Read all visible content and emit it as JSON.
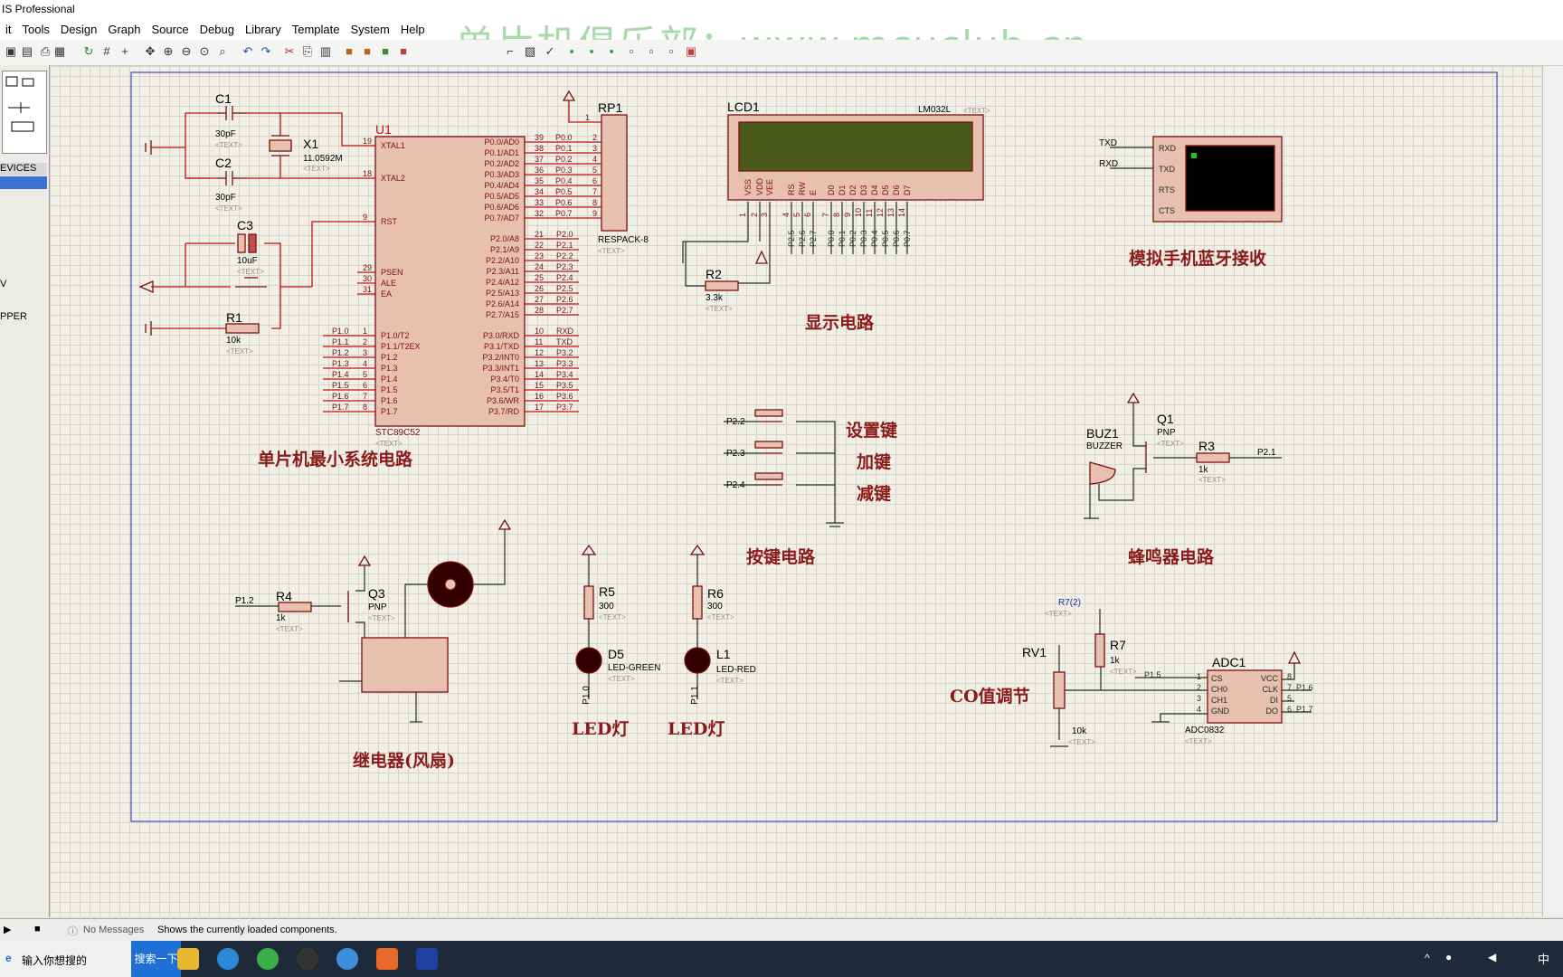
{
  "app": {
    "title": "IS Professional"
  },
  "watermark": "单片机俱乐部：www.mcuclub.cn",
  "menu": [
    "it",
    "Tools",
    "Design",
    "Graph",
    "Source",
    "Debug",
    "Library",
    "Template",
    "System",
    "Help"
  ],
  "leftpanel": {
    "devices_label": "EVICES",
    "items": [
      "V",
      "PPER"
    ]
  },
  "status": {
    "messages": "No Messages",
    "text": "Shows the currently loaded components."
  },
  "taskbar": {
    "search_placeholder": "输入你想搜的",
    "search_button": "搜索一下",
    "ime": "中"
  },
  "colors": {
    "wire": "#c21010",
    "part": "#7a1010",
    "canvas": "#f2f0e6",
    "lcd": "#4a5a1a"
  },
  "schematic": {
    "sections": {
      "mcu": "单片机最小系统电路",
      "display": "显示电路",
      "bluetooth": "模拟手机蓝牙接收",
      "keys": "按键电路",
      "buzzer": "蜂鸣器电路",
      "relay": "继电器(风扇)",
      "led1": "LED灯",
      "led2": "LED灯",
      "co": "CO值调节"
    },
    "keys": {
      "set": "设置键",
      "add": "加键",
      "sub": "减键",
      "p22": "P2.2",
      "p23": "P2.3",
      "p24": "P2.4"
    },
    "parts": {
      "c1": "C1",
      "c1v": "30pF",
      "c2": "C2",
      "c2v": "30pF",
      "c3": "C3",
      "c3v": "10uF",
      "x1": "X1",
      "x1v": "11.0592M",
      "r1": "R1",
      "r1v": "10k",
      "u1": "U1",
      "u1v": "STC89C52",
      "rp1": "RP1",
      "rp1v": "RESPACK-8",
      "lcd1": "LCD1",
      "lcd1v": "LM032L",
      "r2": "R2",
      "r2v": "3.3k",
      "buz1": "BUZ1",
      "buz1v": "BUZZER",
      "q1": "Q1",
      "q1v": "PNP",
      "r3": "R3",
      "r3v": "1k",
      "p21": "P2.1",
      "q3": "Q3",
      "q3v": "PNP",
      "r4": "R4",
      "r4v": "1k",
      "p12": "P1.2",
      "r5": "R5",
      "r5v": "300",
      "d5": "D5",
      "d5v": "LED-GREEN",
      "p10": "P1.0",
      "r6": "R6",
      "r6v": "300",
      "l1": "L1",
      "l1v": "LED-RED",
      "p11": "P1.1",
      "rv1": "RV1",
      "rv1v": "10k",
      "r7": "R7",
      "r7v": "1k",
      "r7probe": "R7(2)",
      "adc1": "ADC1",
      "adc1v": "ADC0832",
      "text": "<TEXT>"
    },
    "u1_left_pins": [
      {
        "num": "19",
        "name": "XTAL1"
      },
      {
        "num": "18",
        "name": "XTAL2"
      },
      {
        "num": "9",
        "name": "RST"
      },
      {
        "num": "29",
        "name": "PSEN"
      },
      {
        "num": "30",
        "name": "ALE"
      },
      {
        "num": "31",
        "name": "EA"
      }
    ],
    "u1_p1_pins": [
      {
        "net": "P1.0",
        "num": "1",
        "name": "P1.0/T2"
      },
      {
        "net": "P1.1",
        "num": "2",
        "name": "P1.1/T2EX"
      },
      {
        "net": "P1.2",
        "num": "3",
        "name": "P1.2"
      },
      {
        "net": "P1.3",
        "num": "4",
        "name": "P1.3"
      },
      {
        "net": "P1.4",
        "num": "5",
        "name": "P1.4"
      },
      {
        "net": "P1.5",
        "num": "6",
        "name": "P1.5"
      },
      {
        "net": "P1.6",
        "num": "7",
        "name": "P1.6"
      },
      {
        "net": "P1.7",
        "num": "8",
        "name": "P1.7"
      }
    ],
    "u1_p0_pins": [
      {
        "num": "39",
        "name": "P0.0/AD0",
        "net": "P0.0",
        "rp": "2"
      },
      {
        "num": "38",
        "name": "P0.1/AD1",
        "net": "P0.1",
        "rp": "3"
      },
      {
        "num": "37",
        "name": "P0.2/AD2",
        "net": "P0.2",
        "rp": "4"
      },
      {
        "num": "36",
        "name": "P0.3/AD3",
        "net": "P0.3",
        "rp": "5"
      },
      {
        "num": "35",
        "name": "P0.4/AD4",
        "net": "P0.4",
        "rp": "6"
      },
      {
        "num": "34",
        "name": "P0.5/AD5",
        "net": "P0.5",
        "rp": "7"
      },
      {
        "num": "33",
        "name": "P0.6/AD6",
        "net": "P0.6",
        "rp": "8"
      },
      {
        "num": "32",
        "name": "P0.7/AD7",
        "net": "P0.7",
        "rp": "9"
      }
    ],
    "u1_p2_pins": [
      {
        "num": "21",
        "name": "P2.0/A8",
        "net": "P2.0"
      },
      {
        "num": "22",
        "name": "P2.1/A9",
        "net": "P2.1"
      },
      {
        "num": "23",
        "name": "P2.2/A10",
        "net": "P2.2"
      },
      {
        "num": "24",
        "name": "P2.3/A11",
        "net": "P2.3"
      },
      {
        "num": "25",
        "name": "P2.4/A12",
        "net": "P2.4"
      },
      {
        "num": "26",
        "name": "P2.5/A13",
        "net": "P2.5"
      },
      {
        "num": "27",
        "name": "P2.6/A14",
        "net": "P2.6"
      },
      {
        "num": "28",
        "name": "P2.7/A15",
        "net": "P2.7"
      }
    ],
    "u1_p3_pins": [
      {
        "num": "10",
        "name": "P3.0/RXD",
        "net": "RXD"
      },
      {
        "num": "11",
        "name": "P3.1/TXD",
        "net": "TXD"
      },
      {
        "num": "12",
        "name": "P3.2/INT0",
        "net": "P3.2"
      },
      {
        "num": "13",
        "name": "P3.3/INT1",
        "net": "P3.3"
      },
      {
        "num": "14",
        "name": "P3.4/T0",
        "net": "P3.4"
      },
      {
        "num": "15",
        "name": "P3.5/T1",
        "net": "P3.5"
      },
      {
        "num": "16",
        "name": "P3.6/WR",
        "net": "P3.6"
      },
      {
        "num": "17",
        "name": "P3.7/RD",
        "net": "P3.7"
      }
    ],
    "rp1_pin1": "1",
    "lcd_pins": [
      {
        "name": "VSS",
        "num": "1",
        "net": ""
      },
      {
        "name": "VDD",
        "num": "2",
        "net": ""
      },
      {
        "name": "VEE",
        "num": "3",
        "net": ""
      },
      {
        "name": "RS",
        "num": "4",
        "net": "P2.5"
      },
      {
        "name": "RW",
        "num": "5",
        "net": "P2.6"
      },
      {
        "name": "E",
        "num": "6",
        "net": "P2.7"
      },
      {
        "name": "D0",
        "num": "7",
        "net": "P0.0"
      },
      {
        "name": "D1",
        "num": "8",
        "net": "P0.1"
      },
      {
        "name": "D2",
        "num": "9",
        "net": "P0.2"
      },
      {
        "name": "D3",
        "num": "10",
        "net": "P0.3"
      },
      {
        "name": "D4",
        "num": "11",
        "net": "P0.4"
      },
      {
        "name": "D5",
        "num": "12",
        "net": "P0.5"
      },
      {
        "name": "D6",
        "num": "13",
        "net": "P0.6"
      },
      {
        "name": "D7",
        "num": "14",
        "net": "P0.7"
      }
    ],
    "terminal": {
      "txd": "TXD",
      "rxd": "RXD",
      "pins": [
        "RXD",
        "TXD",
        "RTS",
        "CTS"
      ]
    },
    "adc": {
      "left": [
        {
          "num": "1",
          "name": "CS"
        },
        {
          "num": "2",
          "name": "CH0"
        },
        {
          "num": "3",
          "name": "CH1"
        },
        {
          "num": "4",
          "name": "GND"
        }
      ],
      "right": [
        {
          "num": "8",
          "name": "VCC",
          "net": ""
        },
        {
          "num": "7",
          "name": "CLK",
          "net": "P1.6"
        },
        {
          "num": "5",
          "name": "DI",
          "net": ""
        },
        {
          "num": "6",
          "name": "DO",
          "net": "P1.7"
        }
      ],
      "cs_net": "P1.5"
    }
  }
}
